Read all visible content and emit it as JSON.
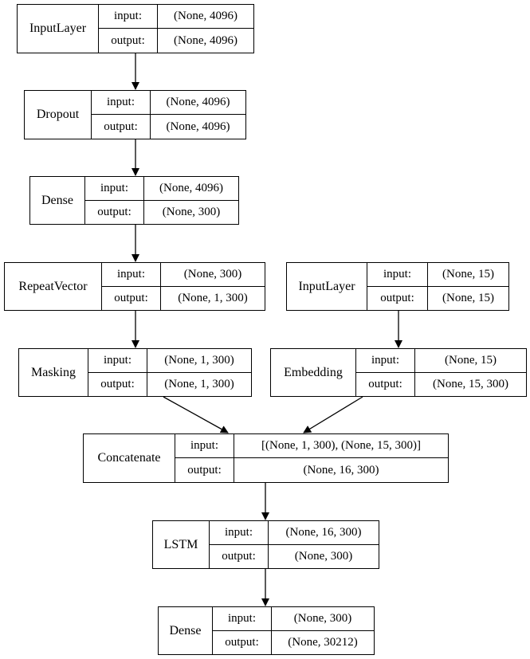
{
  "nodes": [
    {
      "name": "InputLayer",
      "input_label": "input:",
      "output_label": "output:",
      "input": "(None, 4096)",
      "output": "(None, 4096)"
    },
    {
      "name": "Dropout",
      "input_label": "input:",
      "output_label": "output:",
      "input": "(None, 4096)",
      "output": "(None, 4096)"
    },
    {
      "name": "Dense",
      "input_label": "input:",
      "output_label": "output:",
      "input": "(None, 4096)",
      "output": "(None, 300)"
    },
    {
      "name": "RepeatVector",
      "input_label": "input:",
      "output_label": "output:",
      "input": "(None, 300)",
      "output": "(None, 1, 300)"
    },
    {
      "name": "InputLayer",
      "input_label": "input:",
      "output_label": "output:",
      "input": "(None, 15)",
      "output": "(None, 15)"
    },
    {
      "name": "Masking",
      "input_label": "input:",
      "output_label": "output:",
      "input": "(None, 1, 300)",
      "output": "(None, 1, 300)"
    },
    {
      "name": "Embedding",
      "input_label": "input:",
      "output_label": "output:",
      "input": "(None, 15)",
      "output": "(None, 15, 300)"
    },
    {
      "name": "Concatenate",
      "input_label": "input:",
      "output_label": "output:",
      "input": "[(None, 1, 300), (None, 15, 300)]",
      "output": "(None, 16, 300)"
    },
    {
      "name": "LSTM",
      "input_label": "input:",
      "output_label": "output:",
      "input": "(None, 16, 300)",
      "output": "(None, 300)"
    },
    {
      "name": "Dense",
      "input_label": "input:",
      "output_label": "output:",
      "input": "(None, 300)",
      "output": "(None, 30212)"
    }
  ]
}
